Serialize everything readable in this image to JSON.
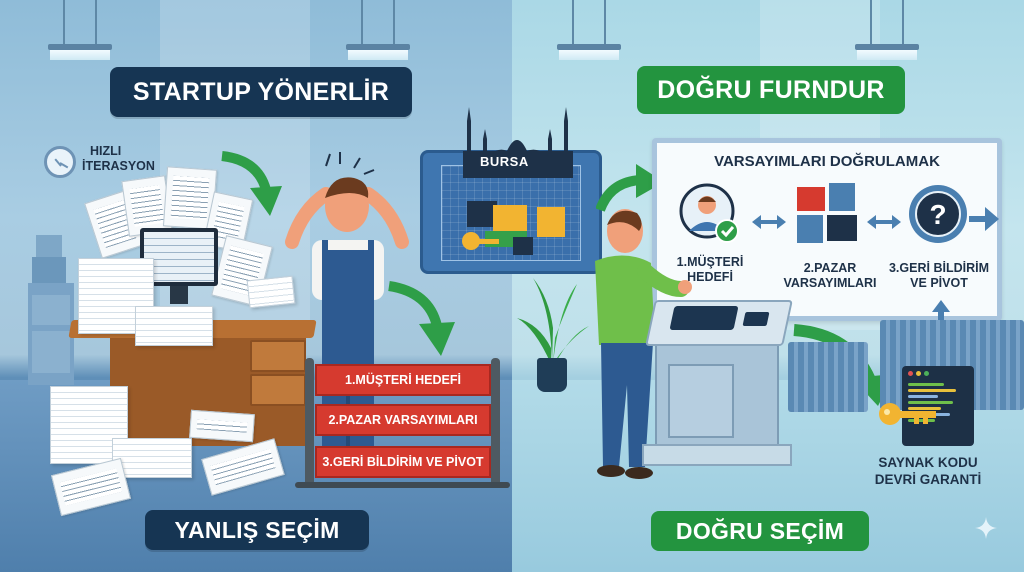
{
  "scene": {
    "left_panel": {
      "header": "STARTUP YÖNERLİR",
      "badge": {
        "icon": "clock-icon",
        "line1": "HIZLI",
        "line2": "İTERASYON"
      },
      "fence_boards": [
        "1.MÜŞTERİ HEDEFİ",
        "2.PAZAR VARSAYIMLARI",
        "3.GERİ BİLDİRİM VE PİVOT"
      ],
      "footer": "YANLIŞ SEÇİM"
    },
    "center": {
      "blueprint_city": "BURSA"
    },
    "right_panel": {
      "header": "DOĞRU FURNDUR",
      "board": {
        "title": "VARSAYIMLARI DOĞRULAMAK",
        "steps": [
          {
            "line1": "1.MÜŞTERİ",
            "line2": "HEDEFİ",
            "icon": "customer-check-icon"
          },
          {
            "line1": "2.PAZAR",
            "line2": "VARSAYIMLARI",
            "icon": "puzzle-icon"
          },
          {
            "line1": "3.GERİ BİLDİRİM",
            "line2": "VE PİVOT",
            "icon": "question-gear-icon"
          }
        ]
      },
      "code_caption": {
        "line1": "SAYNAK KODU",
        "line2": "DEVRİ GARANTİ"
      },
      "footer": "DOĞRU SEÇİM"
    }
  },
  "colors": {
    "dark_label": "#163553",
    "green_label": "#23943f",
    "fence_red": "#d63a2f",
    "arrow_green": "#2e9e48",
    "blueprint_blue": "#3f76b0"
  }
}
